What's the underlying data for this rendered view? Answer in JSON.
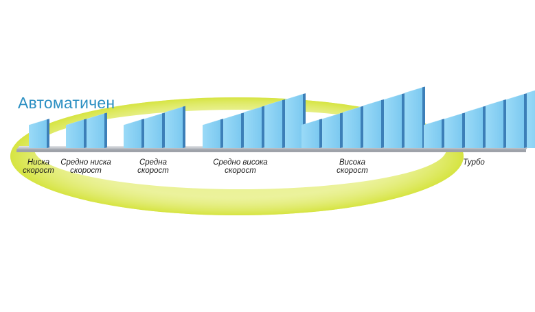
{
  "title": "Автоматичен",
  "colors": {
    "title": "#2b8fc2",
    "bar_front": "#8ed3f5",
    "bar_side": "#3c7fb8",
    "bar_top": "#c9ecfb",
    "base": "#c8cbd0",
    "ring": "#dbe84a"
  },
  "groups": [
    {
      "id": "low",
      "line1": "Ниска",
      "line2": "скорост",
      "bars": [
        0.22
      ]
    },
    {
      "id": "medium-low",
      "line1": "Средно ниска",
      "line2": "скорост",
      "bars": [
        0.22,
        0.33
      ]
    },
    {
      "id": "medium",
      "line1": "Средна",
      "line2": "скорост",
      "bars": [
        0.22,
        0.33,
        0.45
      ]
    },
    {
      "id": "medium-high",
      "line1": "Средно висока",
      "line2": "скорост",
      "bars": [
        0.22,
        0.33,
        0.45,
        0.57,
        0.68
      ]
    },
    {
      "id": "high",
      "line1": "Висока",
      "line2": "скорост",
      "bars": [
        0.22,
        0.33,
        0.45,
        0.57,
        0.68,
        0.8
      ]
    },
    {
      "id": "turbo",
      "line1": "Турбо",
      "line2": "",
      "bars": [
        0.22,
        0.33,
        0.45,
        0.57,
        0.68,
        0.8
      ]
    }
  ]
}
